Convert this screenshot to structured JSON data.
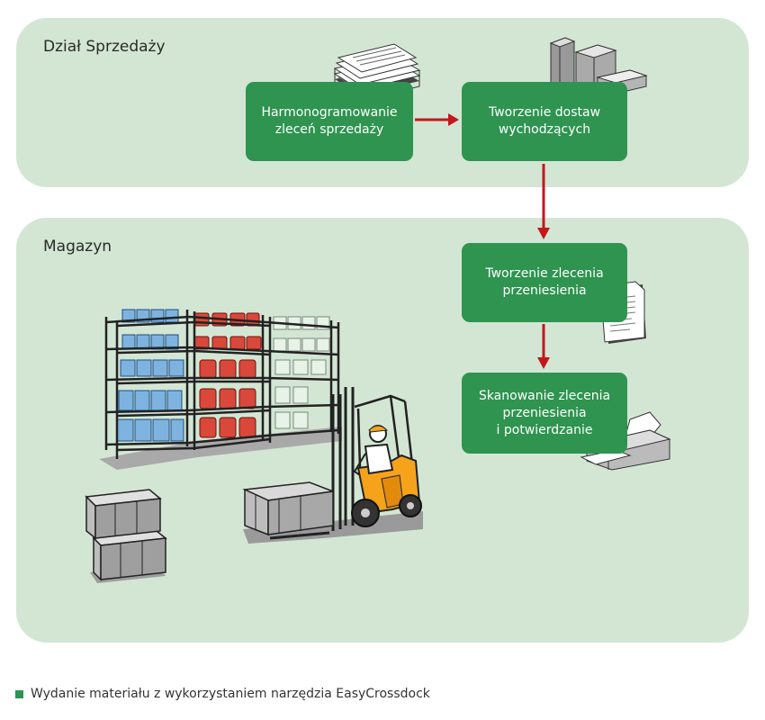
{
  "zones": {
    "sales": {
      "label": "Dział Sprzedaży"
    },
    "warehouse": {
      "label": "Magazyn"
    }
  },
  "steps": [
    {
      "lines": [
        "Harmonogramowanie",
        "zleceń sprzedaży"
      ]
    },
    {
      "lines": [
        "Tworzenie dostaw",
        "wychodzących"
      ]
    },
    {
      "lines": [
        "Tworzenie zlecenia",
        "przeniesienia"
      ]
    },
    {
      "lines": [
        "Skanowanie zlecenia",
        "przeniesienia",
        "i potwierdzanie"
      ]
    }
  ],
  "caption": "Wydanie materiału z wykorzystaniem narzędzia EasyCrossdock",
  "colors": {
    "zone_fill": "#d3e6d4",
    "box_fill": "#2e9450",
    "arrow": "#c4161c",
    "bullet": "#2e9450"
  },
  "icons": [
    "paper-stack-icon",
    "packages-icon",
    "document-icon",
    "printer-icon",
    "shelving-icon",
    "forklift-icon",
    "box-stack-icon"
  ]
}
